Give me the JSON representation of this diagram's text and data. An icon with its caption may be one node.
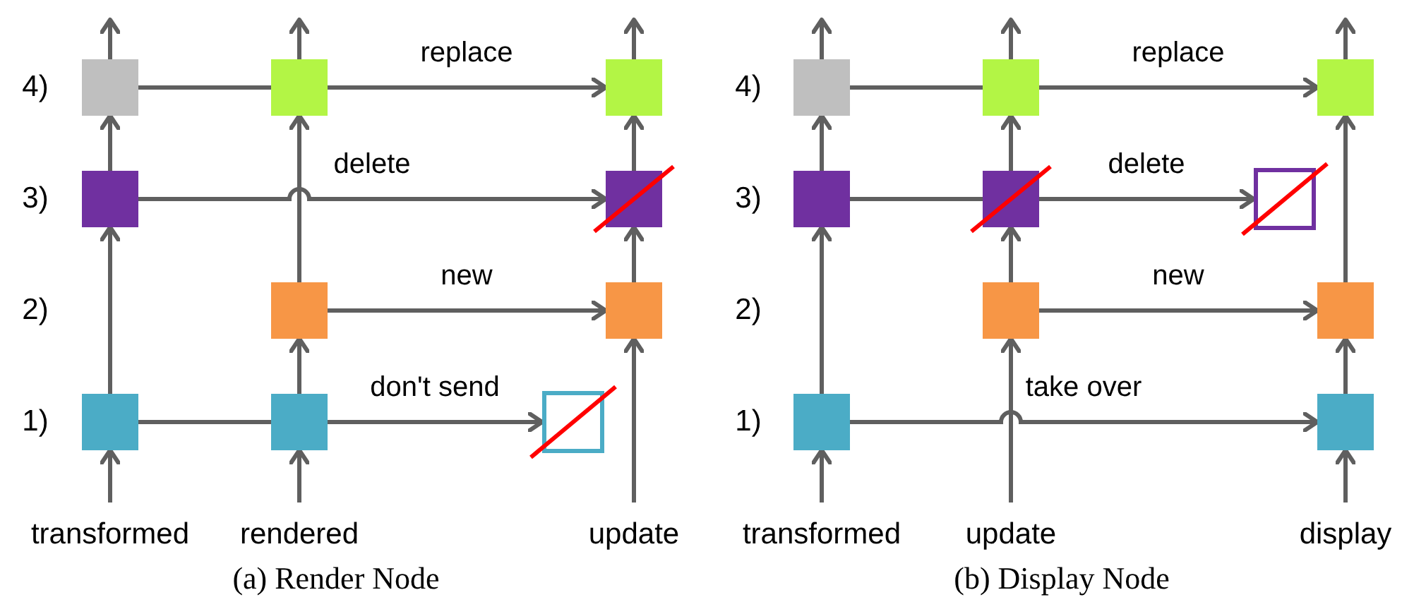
{
  "diagram": {
    "nodes": [
      {
        "text": [],
        "shape": "box"
      },
      {
        "text": [],
        "shape": "box"
      },
      {
        "text": [],
        "shape": "box"
      },
      {
        "text": [],
        "shape": "box"
      },
      {
        "text": [],
        "shape": "box"
      },
      {
        "text": [],
        "shape": "box"
      },
      {
        "text": [],
        "shape": "box"
      },
      {
        "text": [],
        "shape": "box"
      },
      {
        "text": [],
        "shape": "box"
      },
      {
        "text": [],
        "shape": "box"
      },
      {
        "text": [
          "transformed"
        ]
      },
      {
        "text": [
          "rendered"
        ]
      },
      {
        "text": [
          "update"
        ]
      },
      {
        "text": [],
        "shape": "box"
      },
      {
        "text": [],
        "shape": "box"
      },
      {
        "text": [],
        "shape": "box"
      },
      {
        "text": [],
        "shape": "box"
      },
      {
        "text": [],
        "shape": "box"
      },
      {
        "text": [],
        "shape": "box"
      },
      {
        "text": [],
        "shape": "box"
      },
      {
        "text": [],
        "shape": "box"
      },
      {
        "text": [],
        "shape": "box"
      },
      {
        "text": [],
        "shape": "box"
      },
      {
        "text": [
          "transformed"
        ]
      },
      {
        "text": [
          "update"
        ]
      },
      {
        "text": [
          "display"
        ]
      }
    ],
    "edges": [
      {
        "from": 10,
        "to": 7,
        "arrow": "to"
      },
      {
        "from": 7,
        "to": 3,
        "arrow": "to"
      },
      {
        "from": 3,
        "to": 0,
        "arrow": "to"
      },
      {
        "from": 0,
        "to": null,
        "arrow": "to"
      },
      {
        "from": 0,
        "to": 1,
        "arrow": "none"
      },
      {
        "from": 1,
        "to": null,
        "arrow": "to"
      },
      {
        "from": 1,
        "to": 2,
        "arrow": "to",
        "label": "replace"
      },
      {
        "from": 2,
        "to": null,
        "arrow": "to"
      },
      {
        "from": 3,
        "to": 4,
        "arrow": "to",
        "label": "delete"
      },
      {
        "from": 11,
        "to": 8,
        "arrow": "to"
      },
      {
        "from": 8,
        "to": 5,
        "arrow": "to"
      },
      {
        "from": 5,
        "to": 1,
        "arrow": "to"
      },
      {
        "from": 5,
        "to": 6,
        "arrow": "to",
        "label": "new"
      },
      {
        "from": 12,
        "to": 6,
        "arrow": "to"
      },
      {
        "from": 6,
        "to": 4,
        "arrow": "to"
      },
      {
        "from": 4,
        "to": 2,
        "arrow": "to"
      },
      {
        "from": 7,
        "to": 8,
        "arrow": "none"
      },
      {
        "from": 8,
        "to": 9,
        "arrow": "to",
        "label": "don't send"
      },
      {
        "from": 23,
        "to": 21,
        "arrow": "to"
      },
      {
        "from": 21,
        "to": 16,
        "arrow": "to"
      },
      {
        "from": 16,
        "to": 13,
        "arrow": "to"
      },
      {
        "from": 13,
        "to": null,
        "arrow": "to"
      },
      {
        "from": 13,
        "to": 14,
        "arrow": "none"
      },
      {
        "from": 14,
        "to": null,
        "arrow": "to"
      },
      {
        "from": 14,
        "to": 15,
        "arrow": "to",
        "label": "replace"
      },
      {
        "from": 15,
        "to": null,
        "arrow": "to"
      },
      {
        "from": 16,
        "to": 17,
        "arrow": "none"
      },
      {
        "from": 17,
        "to": 14,
        "arrow": "to"
      },
      {
        "from": 17,
        "to": 18,
        "arrow": "to",
        "label": "delete"
      },
      {
        "from": 24,
        "to": 19,
        "arrow": "to"
      },
      {
        "from": 19,
        "to": 17,
        "arrow": "to"
      },
      {
        "from": 19,
        "to": 20,
        "arrow": "to",
        "label": "new"
      },
      {
        "from": 21,
        "to": 22,
        "arrow": "to",
        "label": "take over"
      },
      {
        "from": 25,
        "to": 22,
        "arrow": "to"
      },
      {
        "from": 22,
        "to": 20,
        "arrow": "to"
      },
      {
        "from": 20,
        "to": 15,
        "arrow": "to"
      }
    ],
    "labels": [
      "4)",
      "3)",
      "2)",
      "1)",
      "(a) Render Node",
      "4)",
      "3)",
      "2)",
      "1)",
      "(b) Display Node"
    ]
  }
}
